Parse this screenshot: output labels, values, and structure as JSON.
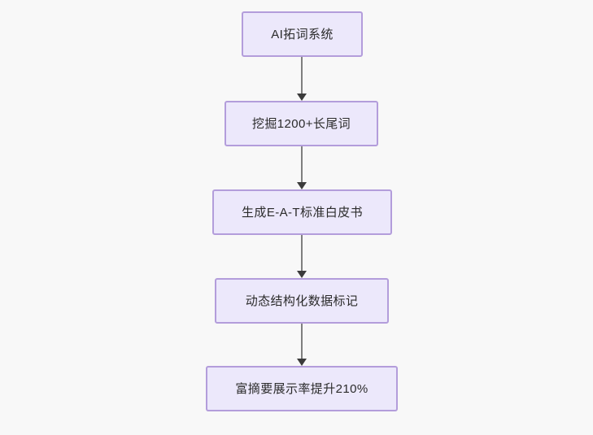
{
  "diagram": {
    "type": "flowchart",
    "orientation": "top-to-bottom",
    "background_color": "#f8f8f8",
    "node_fill_color": "#ece8fb",
    "node_border_color": "#b39ddb",
    "node_text_color": "#2b2b2b",
    "connector_color": "#7f7f7f",
    "arrowhead_color": "#3b3b3b",
    "nodes": [
      {
        "id": "node-1",
        "label": "AI拓词系统"
      },
      {
        "id": "node-2",
        "label": "挖掘1200+长尾词"
      },
      {
        "id": "node-3",
        "label": "生成E-A-T标准白皮书"
      },
      {
        "id": "node-4",
        "label": "动态结构化数据标记"
      },
      {
        "id": "node-5",
        "label": "富摘要展示率提升210%"
      }
    ],
    "edges": [
      {
        "id": "edge-1",
        "from": "node-1",
        "to": "node-2",
        "label": ""
      },
      {
        "id": "edge-2",
        "from": "node-2",
        "to": "node-3",
        "label": ""
      },
      {
        "id": "edge-3",
        "from": "node-3",
        "to": "node-4",
        "label": ""
      },
      {
        "id": "edge-4",
        "from": "node-4",
        "to": "node-5",
        "label": ""
      }
    ]
  }
}
